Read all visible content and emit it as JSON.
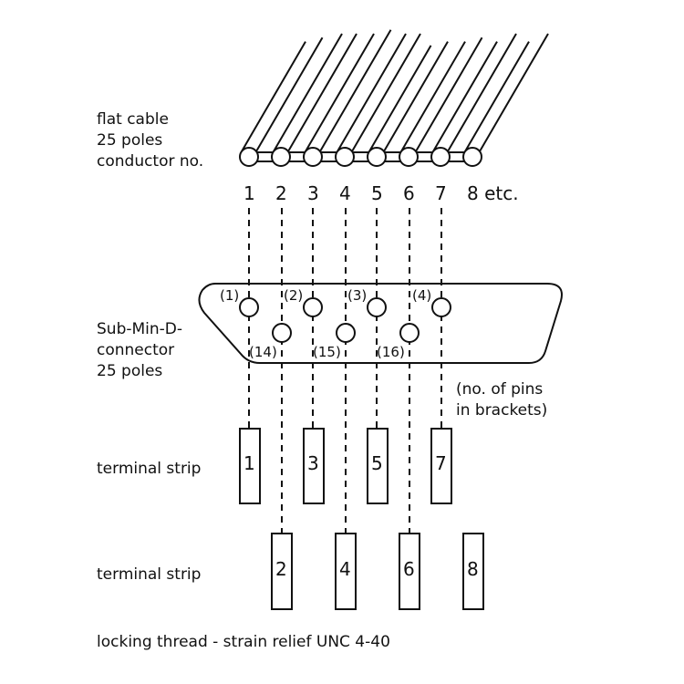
{
  "labels": {
    "flat_cable": "flat cable",
    "flat_cable_poles": "25 poles",
    "conductor_no": "conductor no.",
    "connector": "Sub-Min-D-",
    "connector2": "connector",
    "connector_poles": "25 poles",
    "pins_note1": "(no. of pins",
    "pins_note2": "in brackets)",
    "terminal_strip_1": "terminal strip",
    "terminal_strip_2": "terminal strip",
    "footer": "locking thread - strain relief UNC 4-40"
  },
  "conductors": [
    "1",
    "2",
    "3",
    "4",
    "5",
    "6",
    "7",
    "8 etc."
  ],
  "pins_top": [
    "(1)",
    "(2)",
    "(3)",
    "(4)"
  ],
  "pins_bottom": [
    "(14)",
    "(15)",
    "(16)"
  ],
  "terminals_top": [
    "1",
    "3",
    "5",
    "7"
  ],
  "terminals_bottom": [
    "2",
    "4",
    "6",
    "8"
  ]
}
